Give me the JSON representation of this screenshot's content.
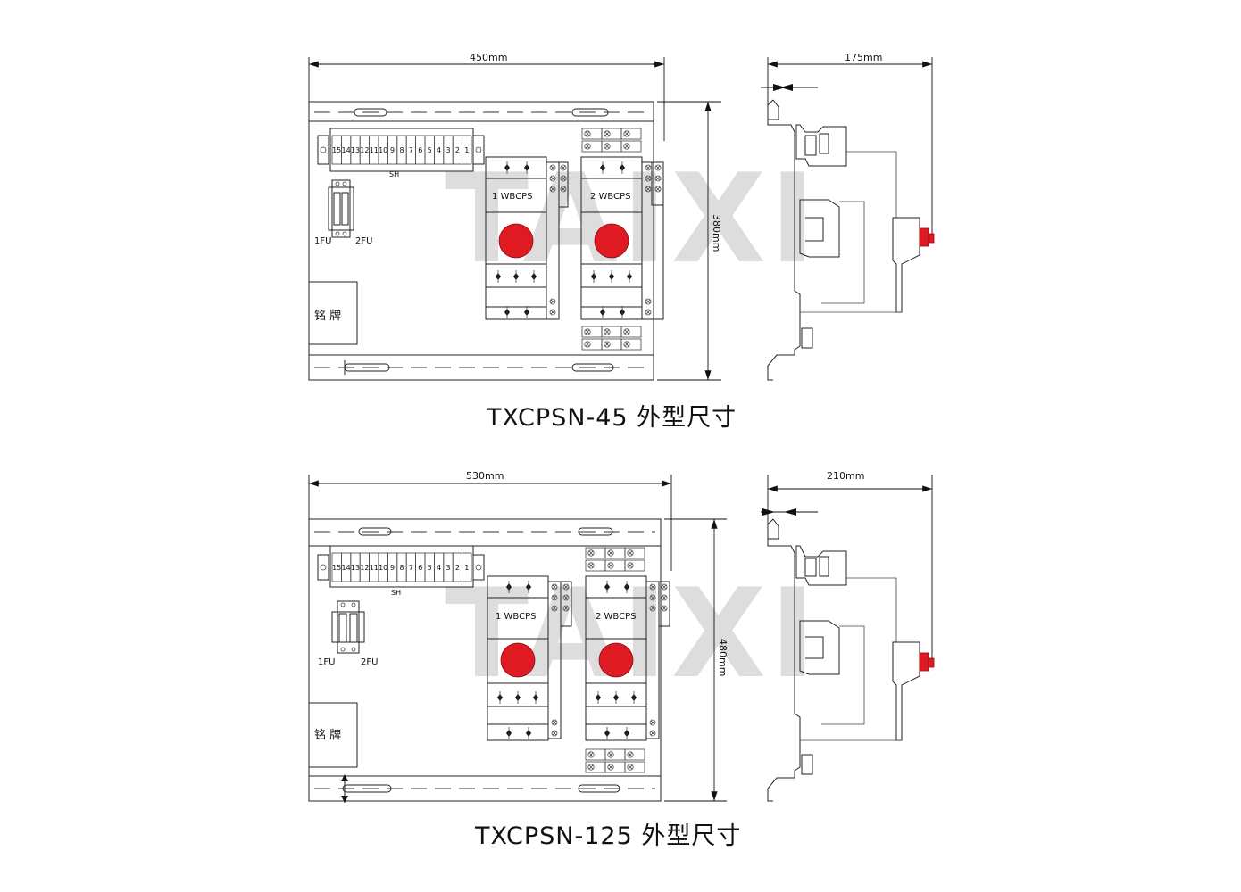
{
  "watermark": "TAIXI",
  "colors": {
    "accent_red": "#e01a22",
    "line": "#222222",
    "watermark": "#d8d8d8"
  },
  "drawings": [
    {
      "title": "TXCPSN-45 外型尺寸",
      "front_view": {
        "width_label": "450mm",
        "height_label": "380mm",
        "terminal_numbers": [
          "15",
          "14",
          "13",
          "12",
          "11",
          "10",
          "9",
          "8",
          "7",
          "6",
          "5",
          "4",
          "3",
          "2",
          "1"
        ],
        "terminal_label": "SH",
        "fuse_labels": [
          "1FU",
          "2FU"
        ],
        "module_labels": [
          "1 WBCPS",
          "2 WBCPS"
        ],
        "nameplate": "铭  牌"
      },
      "side_view": {
        "depth_label": "175mm"
      }
    },
    {
      "title": "TXCPSN-125 外型尺寸",
      "front_view": {
        "width_label": "530mm",
        "height_label": "480mm",
        "terminal_numbers": [
          "15",
          "14",
          "13",
          "12",
          "11",
          "10",
          "9",
          "8",
          "7",
          "6",
          "5",
          "4",
          "3",
          "2",
          "1"
        ],
        "terminal_label": "SH",
        "fuse_labels": [
          "1FU",
          "2FU"
        ],
        "module_labels": [
          "1 WBCPS",
          "2 WBCPS"
        ],
        "nameplate": "铭  牌"
      },
      "side_view": {
        "depth_label": "210mm"
      }
    }
  ]
}
